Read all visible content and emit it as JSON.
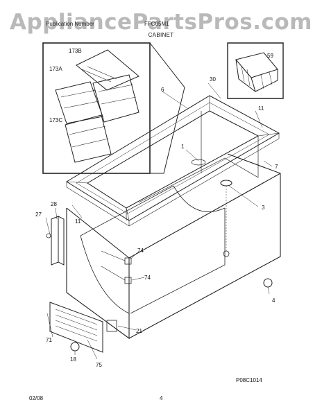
{
  "watermark": "AppliancePartsPros.com",
  "header": {
    "left": "Publication Number",
    "right": "FFC05M1"
  },
  "section_title": "CABINET",
  "drawing_code": "P08C1014",
  "footer": {
    "date": "02/08",
    "page": "4"
  },
  "parts": [
    "173B",
    "173A",
    "173C",
    "59",
    "30",
    "6",
    "11",
    "1",
    "7",
    "3",
    "28",
    "27",
    "11",
    "74",
    "74",
    "4",
    "21",
    "71",
    "18",
    "75"
  ]
}
